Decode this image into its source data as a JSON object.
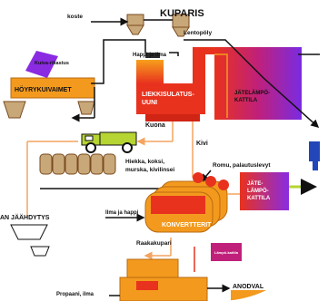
{
  "title": "KUPARIS",
  "labels": {
    "koste": "koste",
    "rikastus": "Kuiva-rikastus",
    "hoyrykuivaimet": "HÖYRYKUIVAIMET",
    "happi_ilma": "Happi ja ilma",
    "lentopoly": "Lentopöly",
    "liekkisulatusuuni_1": "LIEKKISULATUS-",
    "liekkisulatusuuni_2": "UUNI",
    "jatelampokattila_1_a": "JÄTELÄMPÖ-",
    "jatelampokattila_1_b": "KATTILA",
    "kuona": "Kuona",
    "kivi": "Kivi",
    "romu": "Romu, palautuslevyt",
    "hiekka_1": "Hiekka, koksi,",
    "hiekka_2": "murska, kivilinsei",
    "jaahdytys": "AN JÄÄHDYTYS",
    "ilma_happi": "Ilma ja happi",
    "konvertterit": "KONVERTTERIT",
    "jatelampokattila_2_a": "JÄTE-",
    "jatelampokattila_2_b": "LÄMPÖ-",
    "jatelampokattila_2_c": "KATTILA",
    "raakakupari": "Raakakupari",
    "small_box": "Lämpö-kattila",
    "propaani": "Propaani, ilma",
    "anodivalu": "ANODVAL"
  },
  "colors": {
    "orange": "#f39a1e",
    "red": "#e8321e",
    "purple": "#8a2be2",
    "magenta": "#c0207a",
    "peach": "#f7b06a",
    "tan": "#c8a878",
    "brown": "#7a4a20",
    "green": "#b6d432",
    "blue": "#2346b8"
  }
}
